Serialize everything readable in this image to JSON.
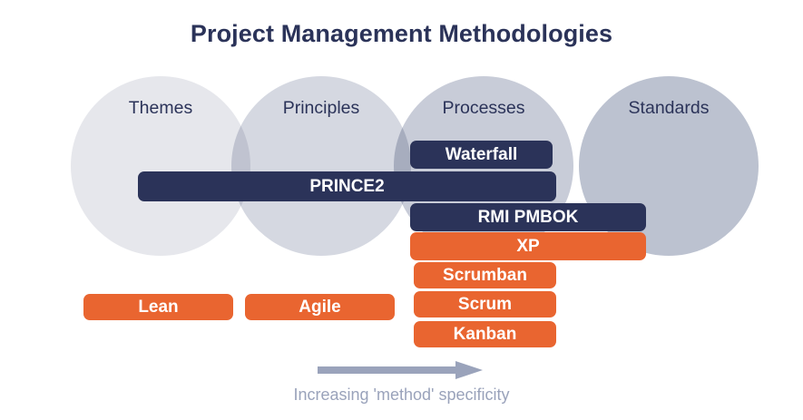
{
  "title": "Project Management Methodologies",
  "colors": {
    "navy": "#2b3359",
    "orange": "#e96530",
    "caption_grey": "#9aa3bb",
    "circle_1": "#e6e7ec",
    "circle_2": "#d5d8e1",
    "circle_3": "#c2c7d4",
    "circle_4": "#b3b9c7",
    "background": "#ffffff"
  },
  "circles": [
    {
      "label": "Themes",
      "fill": "#e6e7ec"
    },
    {
      "label": "Principles",
      "fill": "#d5d8e1"
    },
    {
      "label": "Processes",
      "fill": "#c2c7d4"
    },
    {
      "label": "Standards",
      "fill": "#b3b9c7"
    }
  ],
  "bars": [
    {
      "label": "Waterfall",
      "color": "navy"
    },
    {
      "label": "PRINCE2",
      "color": "navy"
    },
    {
      "label": "RMI PMBOK",
      "color": "navy"
    },
    {
      "label": "XP",
      "color": "orange"
    },
    {
      "label": "Scrumban",
      "color": "orange"
    },
    {
      "label": "Scrum",
      "color": "orange"
    },
    {
      "label": "Kanban",
      "color": "orange"
    },
    {
      "label": "Lean",
      "color": "orange"
    },
    {
      "label": "Agile",
      "color": "orange"
    }
  ],
  "footer": {
    "caption": "Increasing 'method' specificity",
    "arrow_direction": "right"
  },
  "chart_data": {
    "type": "diagram",
    "title": "Project Management Methodologies",
    "bands": [
      "Themes",
      "Principles",
      "Processes",
      "Standards"
    ],
    "items": [
      {
        "name": "Waterfall",
        "category": "traditional",
        "spans": [
          "Processes"
        ]
      },
      {
        "name": "PRINCE2",
        "category": "traditional",
        "spans": [
          "Themes",
          "Principles",
          "Processes"
        ]
      },
      {
        "name": "RMI PMBOK",
        "category": "traditional",
        "spans": [
          "Processes",
          "Standards"
        ]
      },
      {
        "name": "XP",
        "category": "agile",
        "spans": [
          "Processes",
          "Standards"
        ]
      },
      {
        "name": "Scrumban",
        "category": "agile",
        "spans": [
          "Processes"
        ]
      },
      {
        "name": "Scrum",
        "category": "agile",
        "spans": [
          "Processes"
        ]
      },
      {
        "name": "Kanban",
        "category": "agile",
        "spans": [
          "Processes"
        ]
      },
      {
        "name": "Lean",
        "category": "agile",
        "spans": [
          "Themes"
        ]
      },
      {
        "name": "Agile",
        "category": "agile",
        "spans": [
          "Principles"
        ]
      }
    ],
    "annotation": "Increasing 'method' specificity"
  }
}
